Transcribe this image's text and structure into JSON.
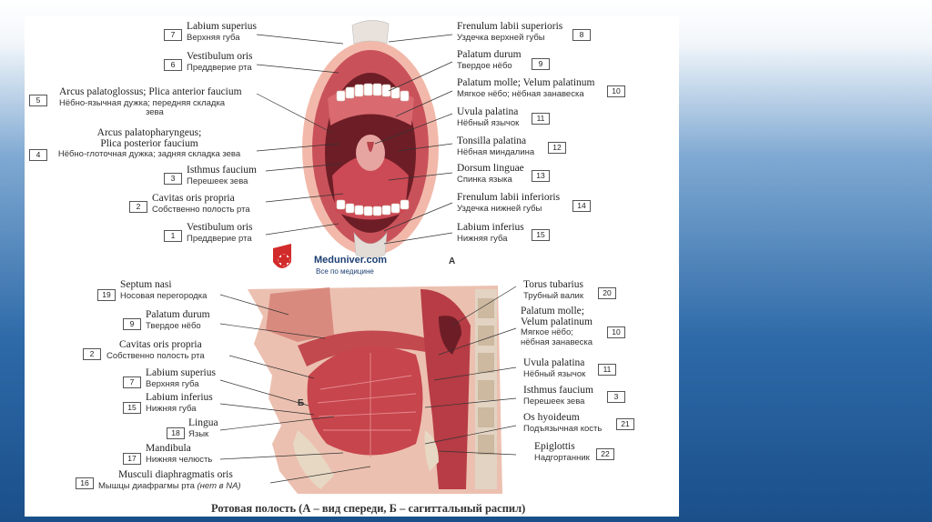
{
  "watermark": {
    "name": "Meduniver.com",
    "subtitle": "Все по медицине"
  },
  "part_a": "А",
  "part_b": "Б",
  "caption": "Ротовая полость (А – вид спереди, Б – сагиттальный распил)",
  "labels_a_left": [
    {
      "num": "7",
      "latin": "Labium superius",
      "russian": "Верхняя губа"
    },
    {
      "num": "6",
      "latin": "Vestibulum oris",
      "russian": "Преддверие рта"
    },
    {
      "num": "5",
      "latin": "Arcus palatoglossus; Plica anterior faucium",
      "russian": "Нёбно-язычная дужка; передняя складка",
      "russian2": "зева"
    },
    {
      "num": "4",
      "latin": "Arcus palatopharyngeus;",
      "latin2": "Plica posterior faucium",
      "russian": "Нёбно-глоточная дужка; задняя складка зева"
    },
    {
      "num": "3",
      "latin": "Isthmus faucium",
      "russian": "Перешеек зева"
    },
    {
      "num": "2",
      "latin": "Cavitas oris propria",
      "russian": "Собственно полость рта"
    },
    {
      "num": "1",
      "latin": "Vestibulum oris",
      "russian": "Преддверие рта"
    }
  ],
  "labels_a_right": [
    {
      "num": "8",
      "latin": "Frenulum labii superioris",
      "russian": "Уздечка верхней губы"
    },
    {
      "num": "9",
      "latin": "Palatum durum",
      "russian": "Твердое нёбо"
    },
    {
      "num": "10",
      "latin": "Palatum molle; Velum palatinum",
      "russian": "Мягкое нёбо; нёбная занавеска"
    },
    {
      "num": "11",
      "latin": "Uvula palatina",
      "russian": "Нёбный язычок"
    },
    {
      "num": "12",
      "latin": "Tonsilla palatina",
      "russian": "Нёбная миндалина"
    },
    {
      "num": "13",
      "latin": "Dorsum linguae",
      "russian": "Спинка языка"
    },
    {
      "num": "14",
      "latin": "Frenulum labii inferioris",
      "russian": "Уздечка нижней губы"
    },
    {
      "num": "15",
      "latin": "Labium inferius",
      "russian": "Нижняя губа"
    }
  ],
  "labels_b_left": [
    {
      "num": "19",
      "latin": "Septum nasi",
      "russian": "Носовая перегородка"
    },
    {
      "num": "9",
      "latin": "Palatum durum",
      "russian": "Твердое нёбо"
    },
    {
      "num": "2",
      "latin": "Cavitas oris propria",
      "russian": "Собственно полость рта"
    },
    {
      "num": "7",
      "latin": "Labium superius",
      "russian": "Верхняя губа"
    },
    {
      "num": "15",
      "latin": "Labium inferius",
      "russian": "Нижняя губа"
    },
    {
      "num": "18",
      "latin": "Lingua",
      "russian": "Язык"
    },
    {
      "num": "17",
      "latin": "Mandibula",
      "russian": "Нижняя челюсть"
    },
    {
      "num": "16",
      "latin": "Musculi diaphragmatis oris",
      "russian": "Мышцы диафрагмы рта",
      "note": "(нет в NA)"
    }
  ],
  "labels_b_right": [
    {
      "num": "20",
      "latin": "Torus tubarius",
      "russian": "Трубный валик"
    },
    {
      "num": "10",
      "latin": "Palatum molle;",
      "latin2": "Velum palatinum",
      "russian": "Мягкое нёбо;",
      "russian2": "нёбная занавеска"
    },
    {
      "num": "11",
      "latin": "Uvula palatina",
      "russian": "Нёбный язычок"
    },
    {
      "num": "3",
      "latin": "Isthmus faucium",
      "russian": "Перешеек зева"
    },
    {
      "num": "21",
      "latin": "Os hyoideum",
      "russian": "Подъязычная кость"
    },
    {
      "num": "22",
      "latin": "Epiglottis",
      "russian": "Надгортанник"
    }
  ]
}
